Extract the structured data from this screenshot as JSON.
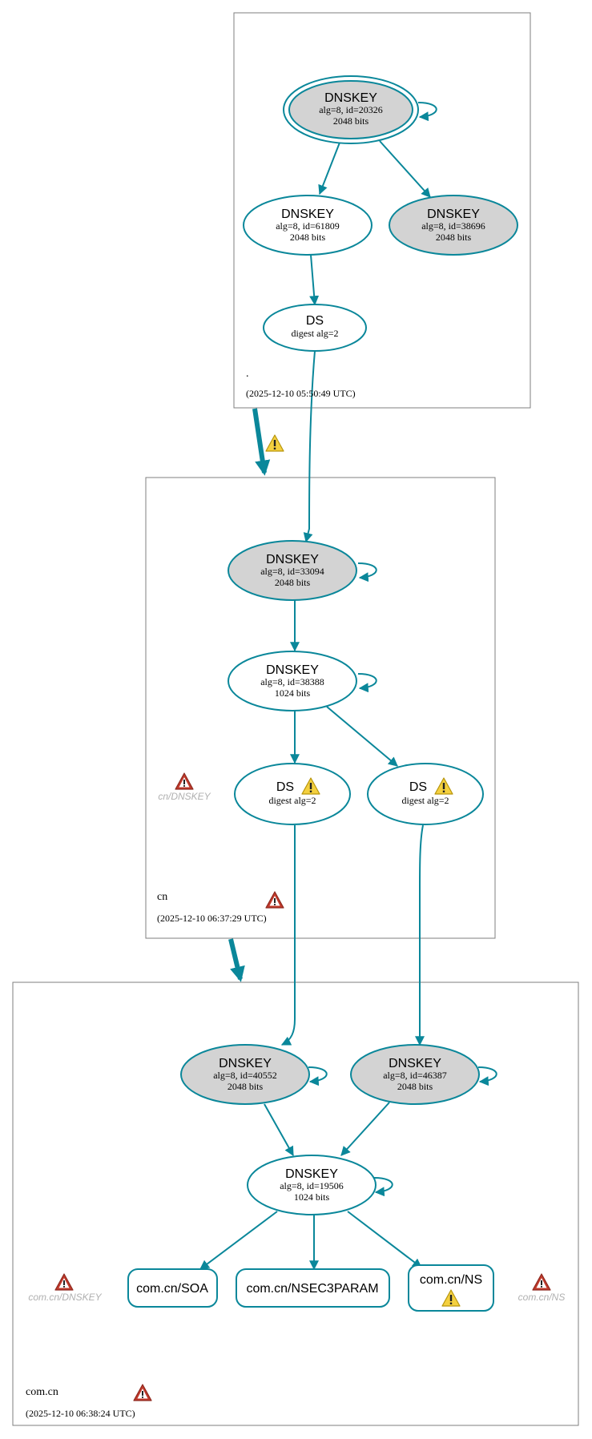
{
  "zones": {
    "root": {
      "name": ".",
      "timestamp": "(2025-12-10 05:50:49 UTC)"
    },
    "cn": {
      "name": "cn",
      "timestamp": "(2025-12-10 06:37:29 UTC)",
      "error_label": "cn/DNSKEY"
    },
    "comcn": {
      "name": "com.cn",
      "timestamp": "(2025-12-10 06:38:24 UTC)",
      "error_label_dnskey": "com.cn/DNSKEY",
      "error_label_ns": "com.cn/NS"
    }
  },
  "nodes": {
    "root_ksk": {
      "type": "DNSKEY",
      "line1": "alg=8, id=20326",
      "line2": "2048 bits"
    },
    "root_zsk": {
      "type": "DNSKEY",
      "line1": "alg=8, id=61809",
      "line2": "2048 bits"
    },
    "root_zsk2": {
      "type": "DNSKEY",
      "line1": "alg=8, id=38696",
      "line2": "2048 bits"
    },
    "root_ds": {
      "type": "DS",
      "line1": "digest alg=2"
    },
    "cn_ksk": {
      "type": "DNSKEY",
      "line1": "alg=8, id=33094",
      "line2": "2048 bits"
    },
    "cn_zsk": {
      "type": "DNSKEY",
      "line1": "alg=8, id=38388",
      "line2": "1024 bits"
    },
    "cn_ds1": {
      "type": "DS",
      "line1": "digest alg=2"
    },
    "cn_ds2": {
      "type": "DS",
      "line1": "digest alg=2"
    },
    "comcn_ksk1": {
      "type": "DNSKEY",
      "line1": "alg=8, id=40552",
      "line2": "2048 bits"
    },
    "comcn_ksk2": {
      "type": "DNSKEY",
      "line1": "alg=8, id=46387",
      "line2": "2048 bits"
    },
    "comcn_zsk": {
      "type": "DNSKEY",
      "line1": "alg=8, id=19506",
      "line2": "1024 bits"
    },
    "comcn_soa": {
      "label": "com.cn/SOA"
    },
    "comcn_nsec3param": {
      "label": "com.cn/NSEC3PARAM"
    },
    "comcn_ns": {
      "label": "com.cn/NS"
    }
  },
  "colors": {
    "edge": "#0a879a",
    "zone_border": "#7f7f7f",
    "node_fill_grey": "#d3d3d3",
    "warning": "#f4d03f",
    "error": "#c0392b",
    "faded_text": "#b0b0b0"
  },
  "icons": {
    "warning": "warning-triangle-icon",
    "error": "error-triangle-icon"
  }
}
